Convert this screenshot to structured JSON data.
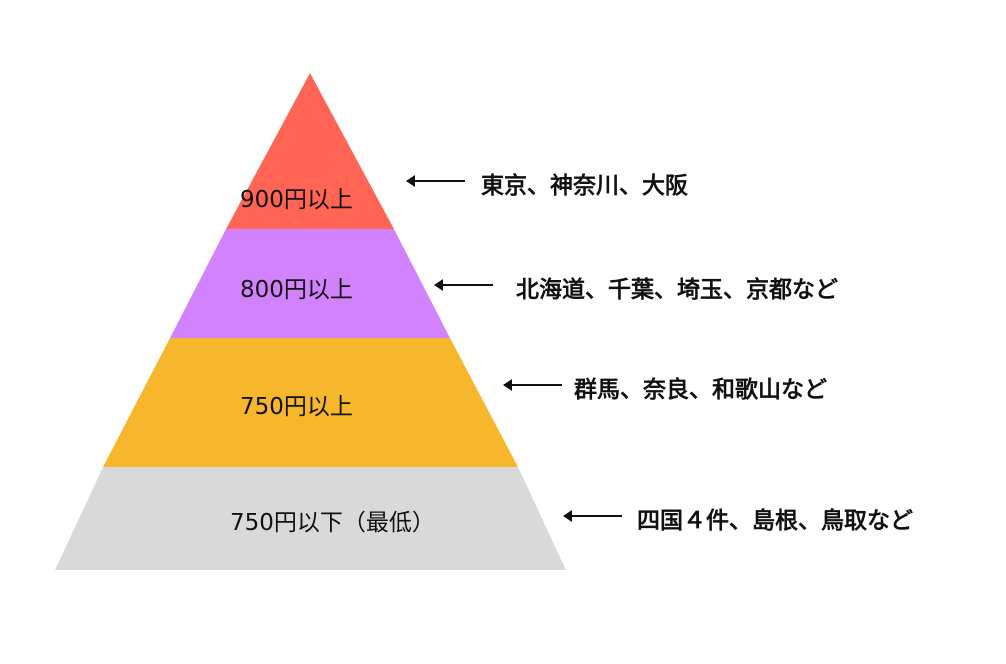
{
  "tiers": [
    {
      "label": "900円以上",
      "regions": "東京、神奈川、大阪",
      "color": "#ff6455"
    },
    {
      "label": "800円以上",
      "regions": "北海道、千葉、埼玉、京都など",
      "color": "#d282fc"
    },
    {
      "label": "750円以上",
      "regions": "群馬、奈良、和歌山など",
      "color": "#f6b72c"
    },
    {
      "label": "750円以下（最低）",
      "regions": "四国４件、島根、鳥取など",
      "color": "#d9d9d9"
    }
  ]
}
